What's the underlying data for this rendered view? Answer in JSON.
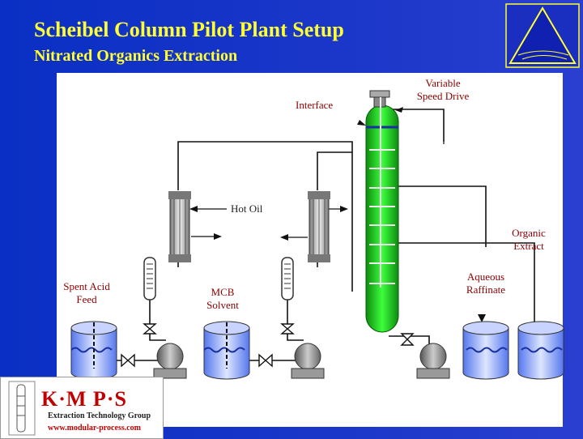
{
  "header": {
    "title": "Scheibel Column Pilot Plant Setup",
    "subtitle": "Nitrated Organics Extraction"
  },
  "labels": {
    "interface": "Interface",
    "variable_speed_drive_line1": "Variable",
    "variable_speed_drive_line2": "Speed Drive",
    "hot_oil": "Hot Oil",
    "organic_extract_line1": "Organic",
    "organic_extract_line2": "Extract",
    "spent_acid_line1": "Spent Acid",
    "spent_acid_line2": "Feed",
    "mcb_line1": "MCB",
    "mcb_line2": "Solvent",
    "aqueous_line1": "Aqueous",
    "aqueous_line2": "Raffinate"
  },
  "logo": {
    "brand": "K·M P·S",
    "group": "Extraction Technology Group",
    "url": "www.modular-process.com"
  },
  "colors": {
    "background": "#0a2fc4",
    "title": "#ffff33",
    "column": "#22cc22",
    "label": "#8b0000",
    "tank": "#7aa0ff",
    "logo_red": "#c00000"
  }
}
